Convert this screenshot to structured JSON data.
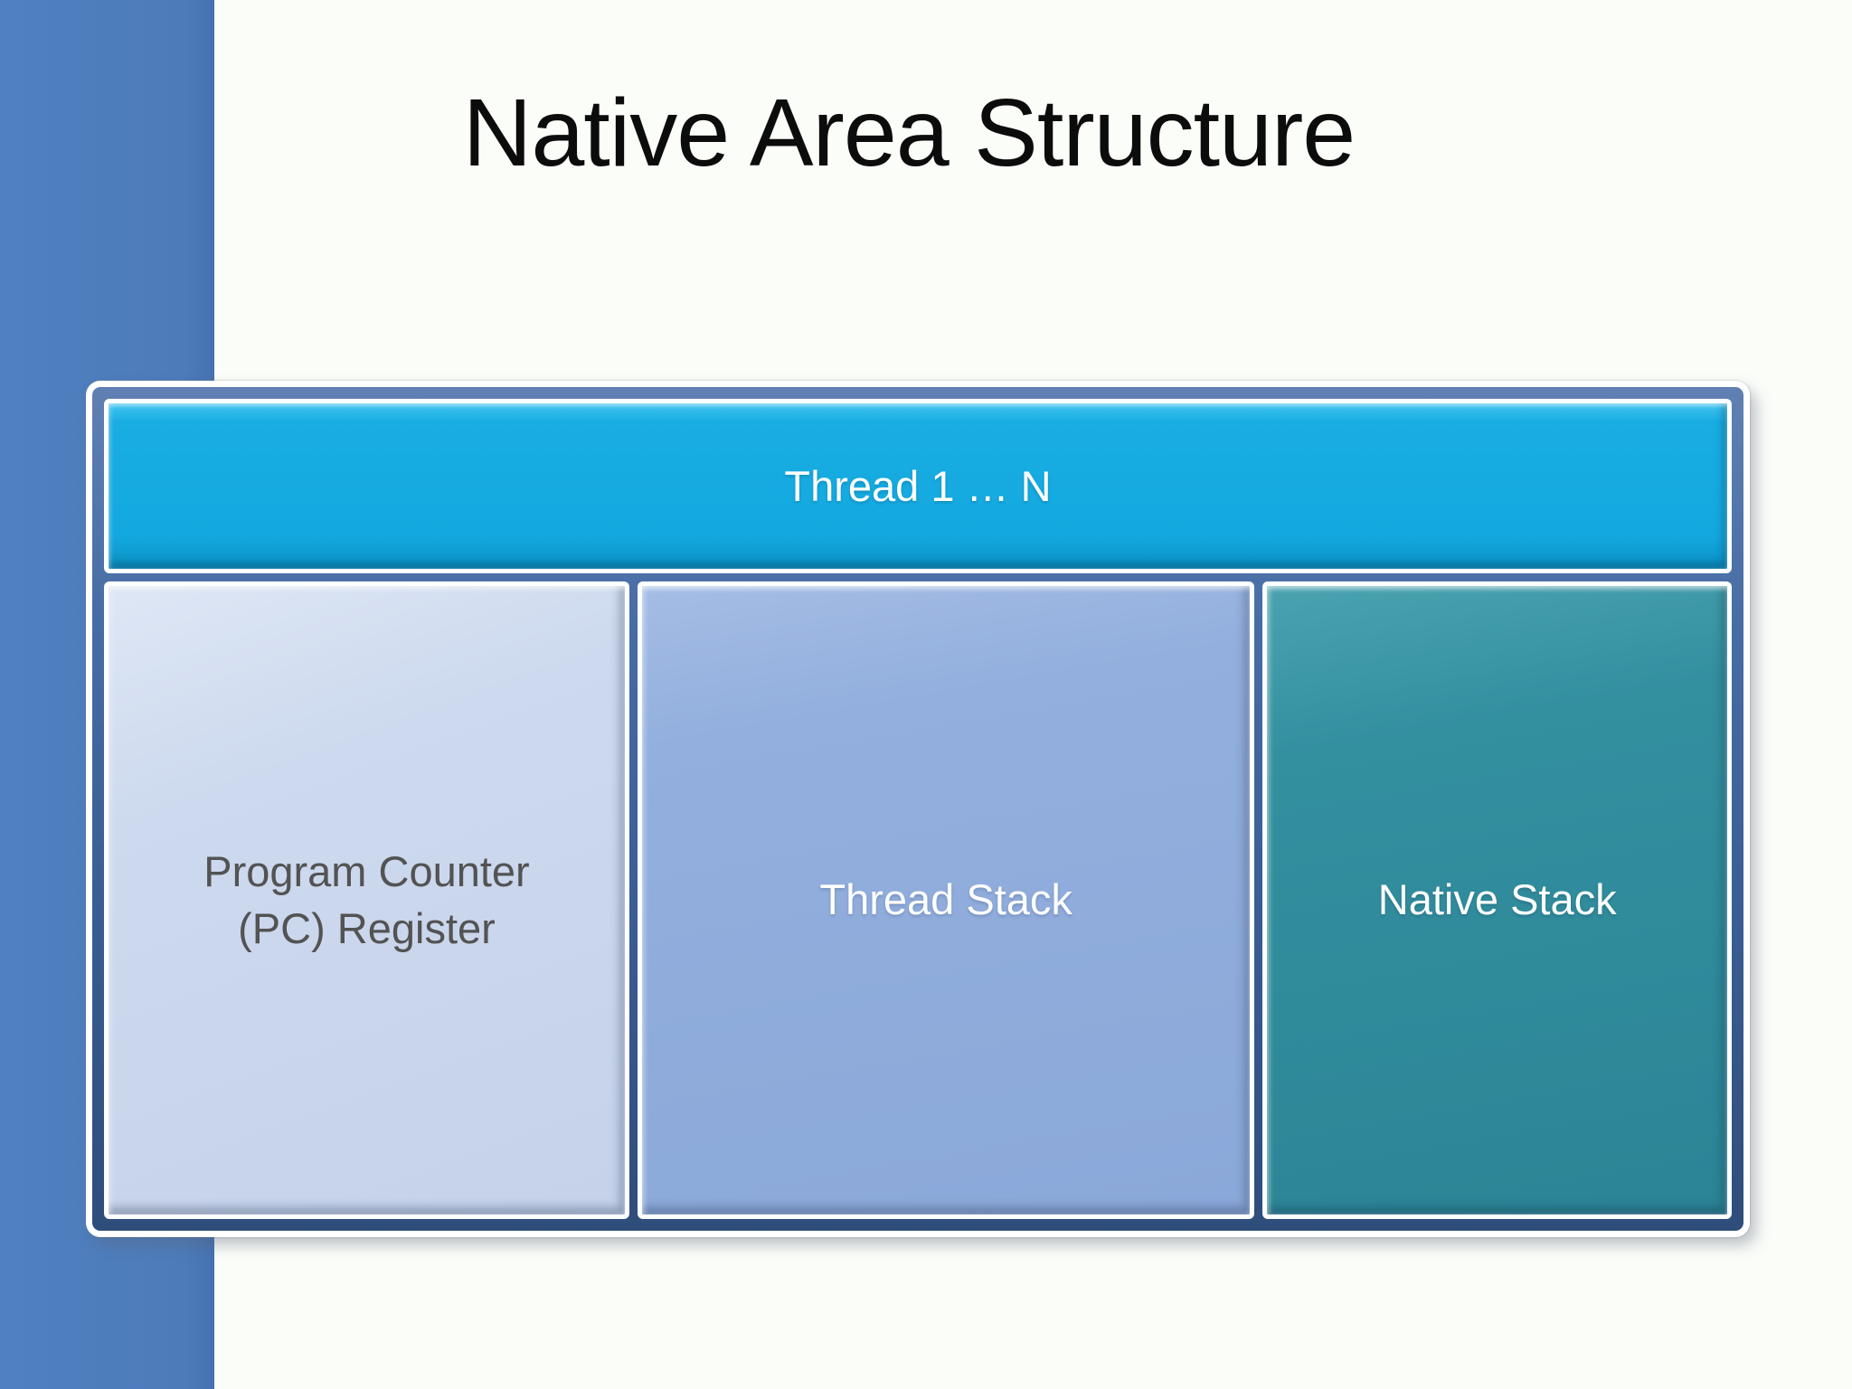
{
  "slide": {
    "title": "Native Area Structure",
    "background_color": "#FBFDF9",
    "accent_bar_color": "#4D7BBA",
    "title_color": "#0C0C0C"
  },
  "diagram": {
    "frame": {
      "fill_color": "#3A5D94",
      "border_color": "#FFFFFF"
    },
    "thread_bar": {
      "label": "Thread 1 … N",
      "fill_color": "#14A9DF",
      "text_color": "#FFFFFF"
    },
    "boxes": [
      {
        "label": "Program Counter (PC) Register",
        "fill_color": "#C8D5EC",
        "text_color": "#535353"
      },
      {
        "label": "Thread Stack",
        "fill_color": "#8FACDC",
        "text_color": "#FFFFFF"
      },
      {
        "label": "Native Stack",
        "fill_color": "#2F8A9A",
        "text_color": "#FFFFFF"
      }
    ]
  }
}
